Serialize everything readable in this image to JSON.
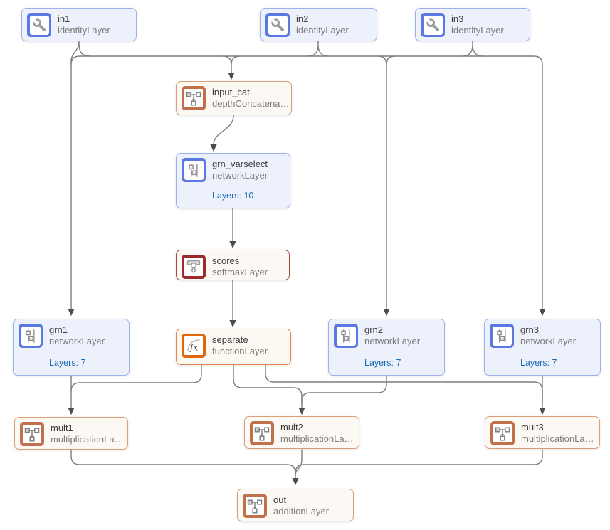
{
  "diagram": {
    "kind": "layer-graph",
    "colors": {
      "edge": "#7d7d7d",
      "arrowhead": "#4d4d4d",
      "blue_node_bg": "#edf1fb",
      "blue_node_border": "#9db2ea",
      "tan_node_bg": "#fcf8f4",
      "tan_node_border": "#d7a078",
      "red_node_border": "#a94a3e",
      "orange_node_border": "#e0894a",
      "blue_icon_tile": "#5b79e0",
      "tan_icon_tile": "#c0714b",
      "red_icon_tile": "#9c2b2b",
      "orange_icon_tile": "#e2660c",
      "layers_text": "#1a6cb4"
    }
  },
  "nodes": {
    "in1": {
      "name": "in1",
      "type": "identityLayer",
      "icon": "wrench-icon"
    },
    "in2": {
      "name": "in2",
      "type": "identityLayer",
      "icon": "wrench-icon"
    },
    "in3": {
      "name": "in3",
      "type": "identityLayer",
      "icon": "wrench-icon"
    },
    "input_cat": {
      "name": "input_cat",
      "type": "depthConcatena…",
      "icon": "combine-icon"
    },
    "grn_varselect": {
      "name": "grn_varselect",
      "type": "networkLayer",
      "icon": "network-icon",
      "layers_label": "Layers: 10"
    },
    "scores": {
      "name": "scores",
      "type": "softmaxLayer",
      "icon": "softmax-icon"
    },
    "grn1": {
      "name": "grn1",
      "type": "networkLayer",
      "icon": "network-icon",
      "layers_label": "Layers: 7"
    },
    "separate": {
      "name": "separate",
      "type": "functionLayer",
      "icon": "fx-icon"
    },
    "grn2": {
      "name": "grn2",
      "type": "networkLayer",
      "icon": "network-icon",
      "layers_label": "Layers: 7"
    },
    "grn3": {
      "name": "grn3",
      "type": "networkLayer",
      "icon": "network-icon",
      "layers_label": "Layers: 7"
    },
    "mult1": {
      "name": "mult1",
      "type": "multiplicationLa…",
      "icon": "combine-icon"
    },
    "mult2": {
      "name": "mult2",
      "type": "multiplicationLa…",
      "icon": "combine-icon"
    },
    "mult3": {
      "name": "mult3",
      "type": "multiplicationLa…",
      "icon": "combine-icon"
    },
    "out": {
      "name": "out",
      "type": "additionLayer",
      "icon": "combine-icon"
    }
  },
  "edges": [
    [
      "in1",
      "input_cat"
    ],
    [
      "in2",
      "input_cat"
    ],
    [
      "in3",
      "input_cat"
    ],
    [
      "in1",
      "grn1"
    ],
    [
      "in2",
      "grn2"
    ],
    [
      "in3",
      "grn3"
    ],
    [
      "input_cat",
      "grn_varselect"
    ],
    [
      "grn_varselect",
      "scores"
    ],
    [
      "scores",
      "separate"
    ],
    [
      "separate",
      "mult1"
    ],
    [
      "separate",
      "mult2"
    ],
    [
      "separate",
      "mult3"
    ],
    [
      "grn1",
      "mult1"
    ],
    [
      "grn2",
      "mult2"
    ],
    [
      "grn3",
      "mult3"
    ],
    [
      "mult1",
      "out"
    ],
    [
      "mult2",
      "out"
    ],
    [
      "mult3",
      "out"
    ]
  ]
}
